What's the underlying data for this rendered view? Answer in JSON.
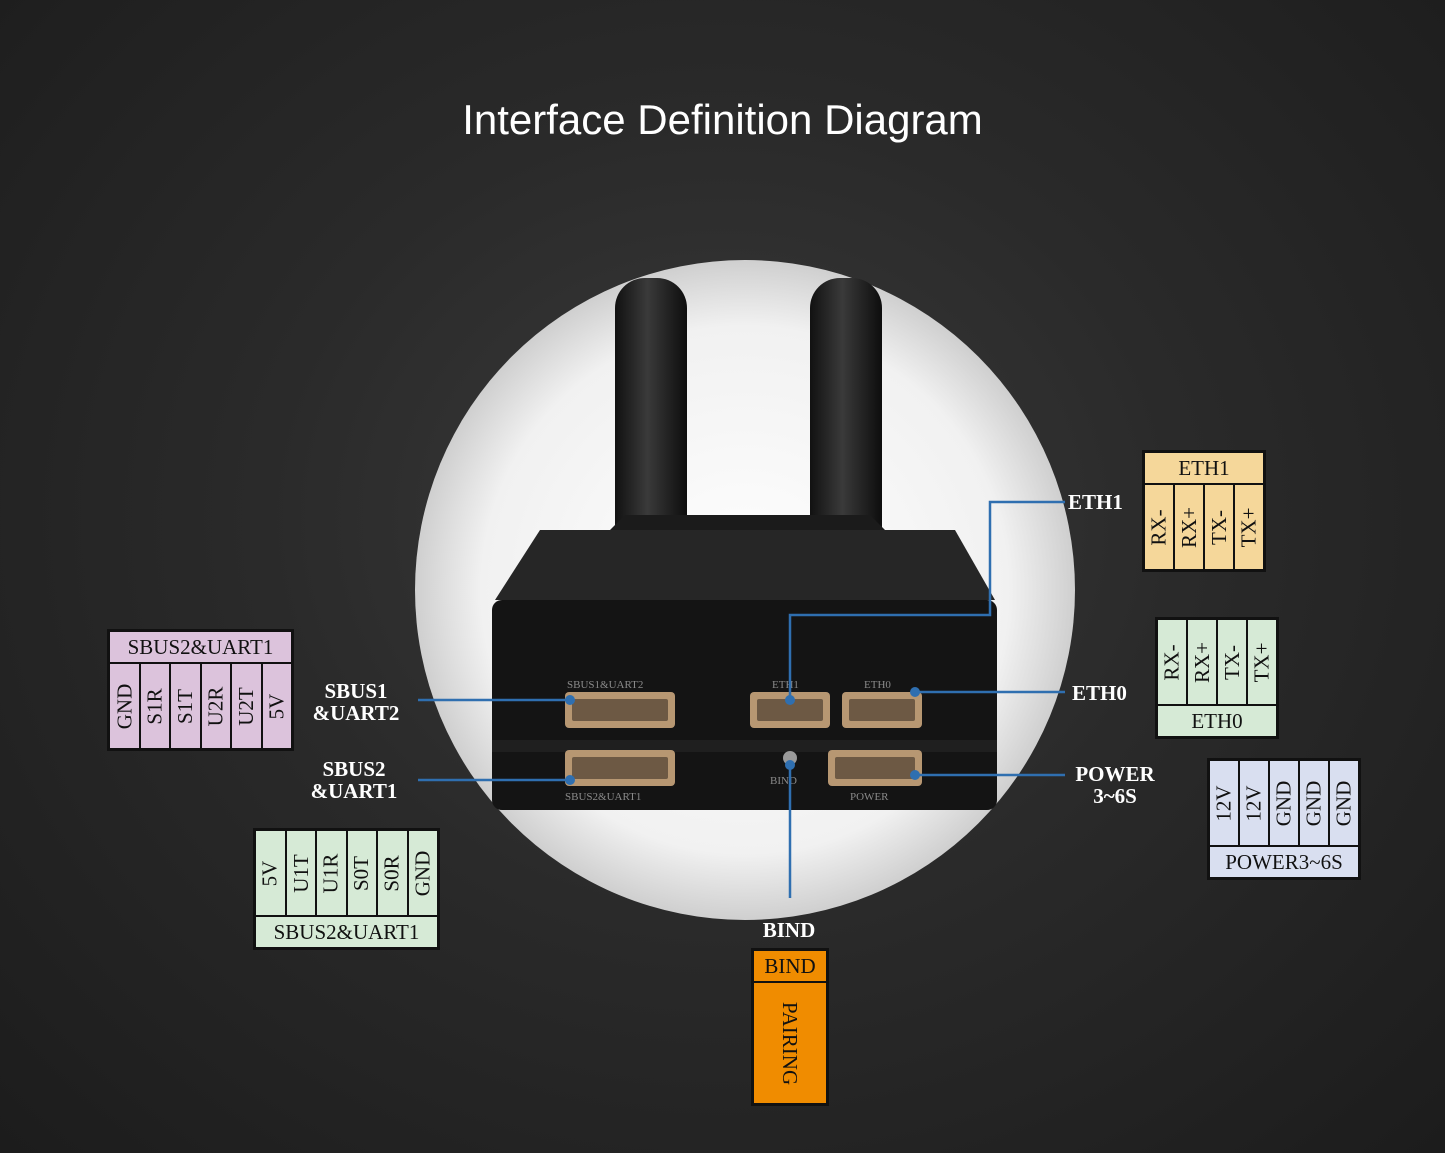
{
  "title": "Interface Definition Diagram",
  "device_labels": {
    "sbus1_uart2_on_device": "SBUS1&UART2",
    "sbus2_uart1_on_device": "SBUS2&UART1",
    "eth1_on_device": "ETH1",
    "eth0_on_device": "ETH0",
    "bind_on_device": "BIND",
    "power_on_device": "POWER"
  },
  "callouts": {
    "eth1": "ETH1",
    "eth0": "ETH0",
    "sbus1_line1": "SBUS1",
    "sbus1_line2": "&UART2",
    "sbus2_line1": "SBUS2",
    "sbus2_line2": "&UART1",
    "power_line1": "POWER",
    "power_line2": "3~6S",
    "bind": "BIND"
  },
  "tables": {
    "eth1": {
      "header": "ETH1",
      "pins": [
        "RX-",
        "RX+",
        "TX-",
        "TX+"
      ],
      "color": "#f5d79a"
    },
    "eth0": {
      "header": "ETH0",
      "pins": [
        "RX-",
        "RX+",
        "TX-",
        "TX+"
      ],
      "color": "#d6ead6"
    },
    "sbus2_uart1_left": {
      "header": "SBUS2&UART1",
      "pins": [
        "GND",
        "S1R",
        "S1T",
        "U2R",
        "U2T",
        "5V"
      ],
      "color": "#dcc3dc"
    },
    "sbus2_uart1_bottom": {
      "header": "SBUS2&UART1",
      "pins": [
        "5V",
        "U1T",
        "U1R",
        "S0T",
        "S0R",
        "GND"
      ],
      "color": "#d6ead6"
    },
    "power": {
      "header": "POWER3~6S",
      "pins": [
        "12V",
        "12V",
        "GND",
        "GND",
        "GND"
      ],
      "color": "#d9dff0"
    },
    "bind": {
      "header": "BIND",
      "pins": [
        "PAIRING"
      ],
      "color": "#f08c00"
    }
  },
  "colors": {
    "line": "#2f6fb0",
    "background": "#2a2a2a"
  }
}
